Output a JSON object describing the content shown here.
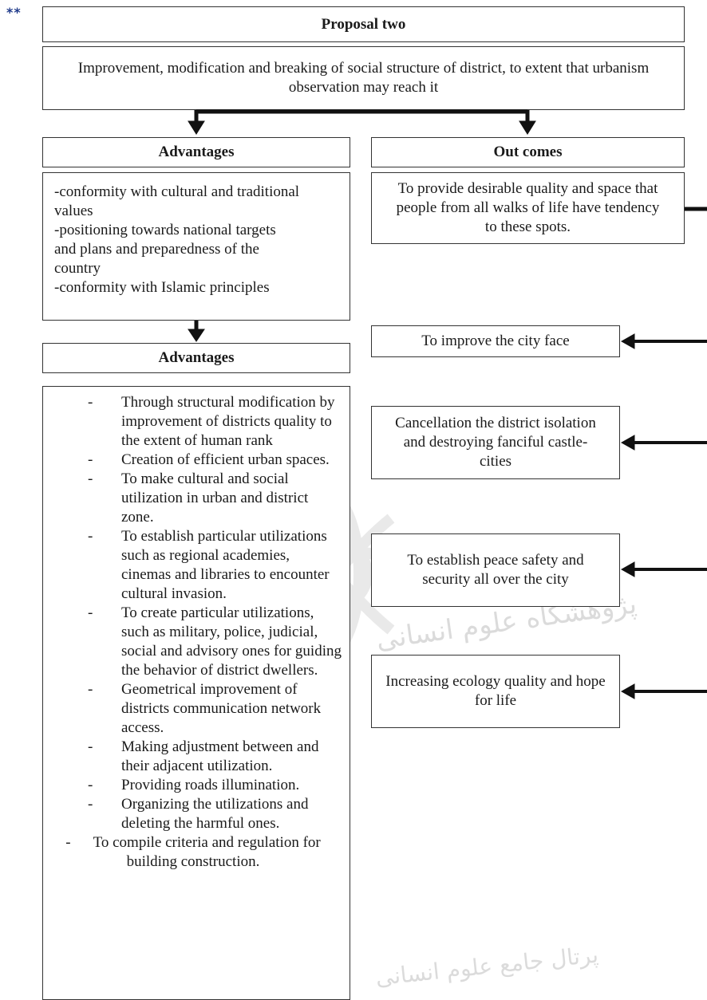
{
  "marker": "**",
  "title": "Proposal two",
  "main_statement": "Improvement, modification and breaking of social structure of district, to extent that urbanism observation may reach it",
  "advantages_1": {
    "header": "Advantages",
    "lines": [
      "-conformity with cultural and traditional",
      "values",
      "-positioning towards national targets",
      "and plans and preparedness of the",
      "country",
      "-conformity with Islamic principles"
    ]
  },
  "advantages_2": {
    "header": "Advantages",
    "items": [
      "Through structural modification by improvement of districts quality to the extent of human rank",
      "Creation of efficient urban spaces.",
      "To make cultural and social utilization in urban and district zone.",
      "To establish particular utilizations such as regional academies, cinemas and libraries to encounter cultural invasion.",
      "To create particular utilizations, such as military, police, judicial, social and advisory ones for guiding the behavior of district dwellers.",
      "Geometrical improvement of districts communication network access.",
      "Making adjustment between and their adjacent utilization.",
      "Providing roads illumination.",
      "Organizing the utilizations and deleting the harmful ones.",
      "To compile criteria and regulation for building construction."
    ]
  },
  "outcomes": {
    "header": "Out comes",
    "items": [
      "To provide desirable quality and space that people from all walks of life have tendency to these spots.",
      "To improve the city face",
      "Cancellation the district isolation and destroying fanciful castle-cities",
      "To establish peace safety and security all over the city",
      "Increasing ecology quality and hope for life"
    ]
  },
  "watermark_text_1": "پژوهشگاه علوم انسانی",
  "watermark_text_2": "پرتال جامع علوم انسانی",
  "colors": {
    "marker": "#1f3a8a",
    "border": "#333333",
    "arrow": "#111111"
  }
}
